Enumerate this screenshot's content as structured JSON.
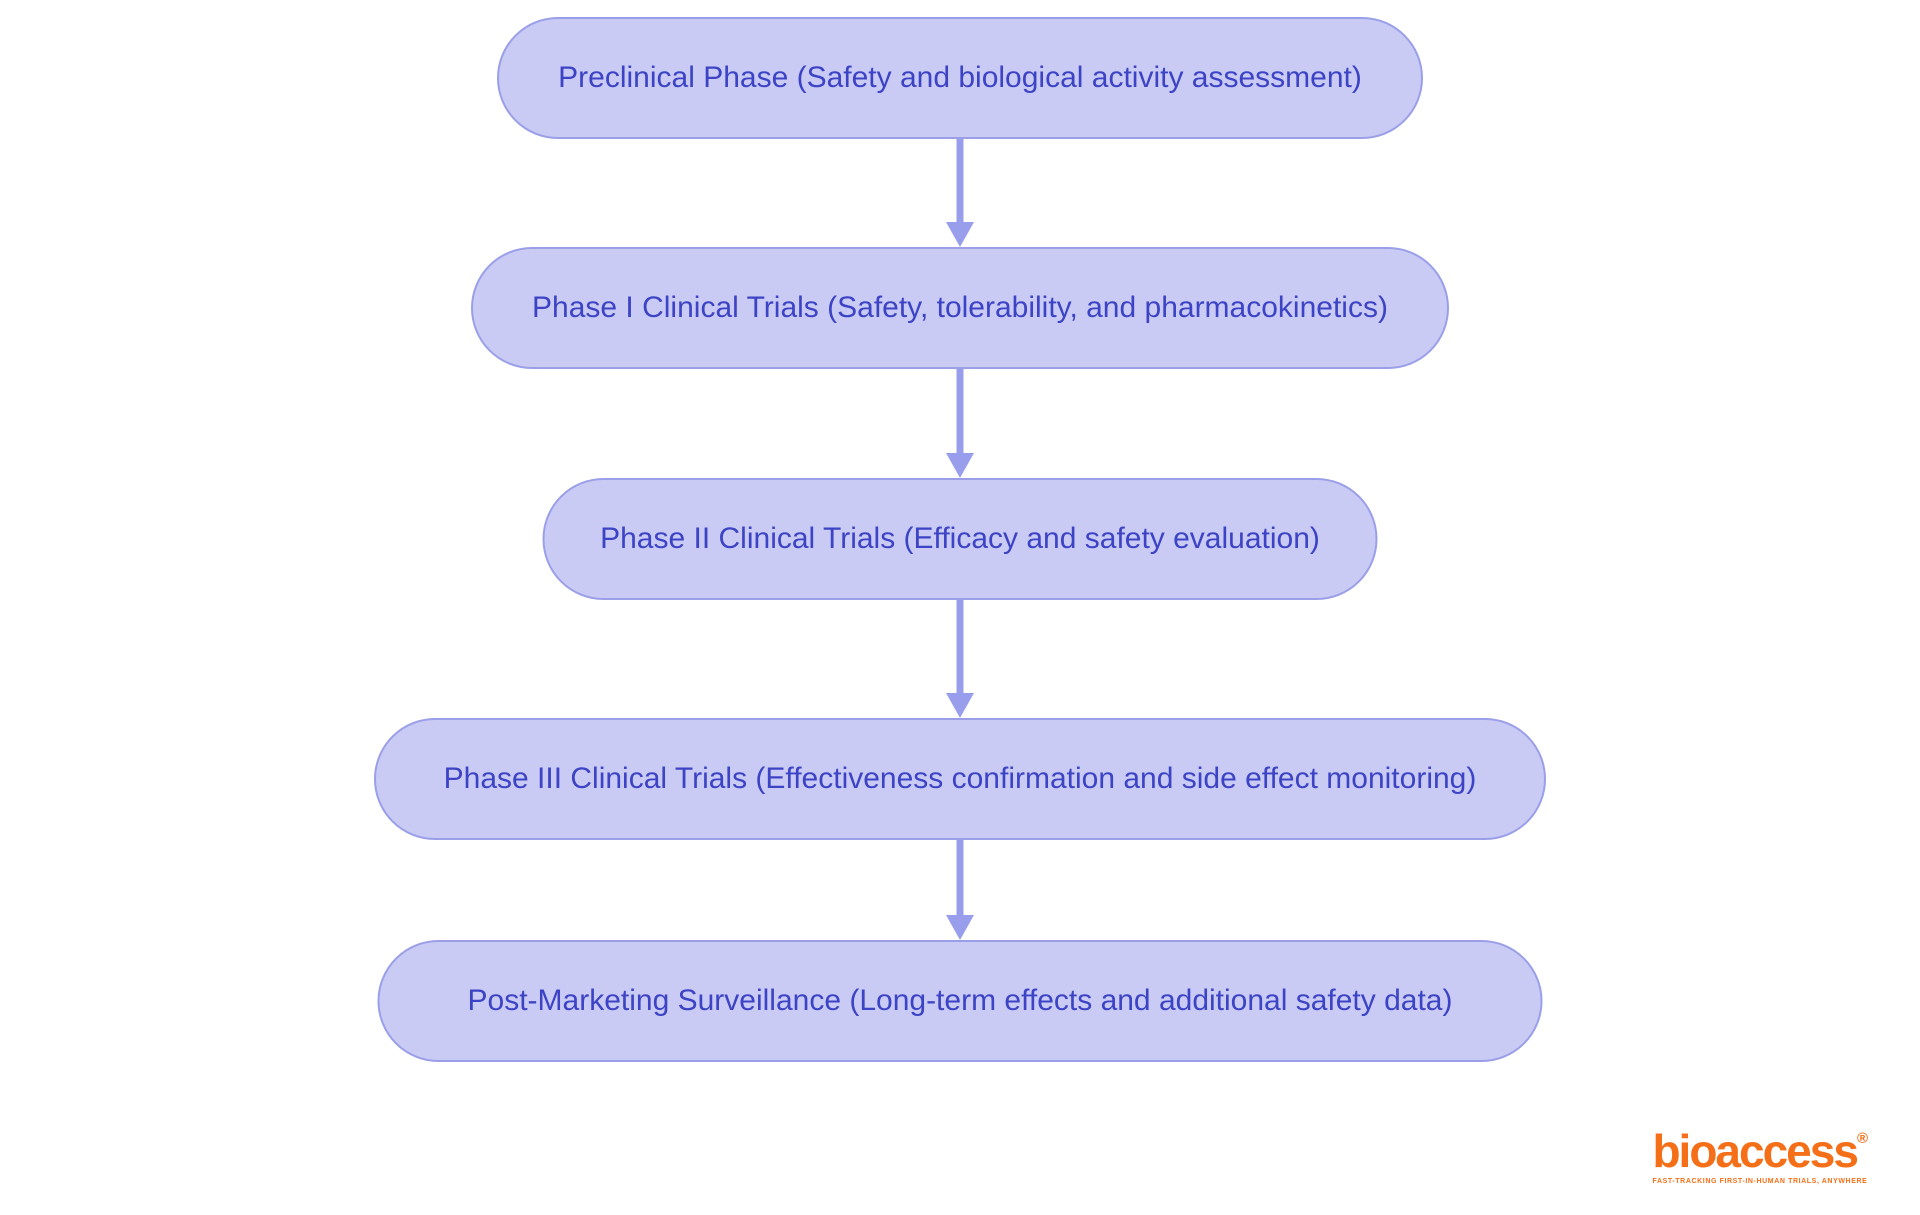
{
  "diagram": {
    "type": "flowchart",
    "direction": "top-down",
    "steps": [
      {
        "label": "Preclinical Phase (Safety and biological activity assessment)"
      },
      {
        "label": "Phase I Clinical Trials (Safety, tolerability, and pharmacokinetics)"
      },
      {
        "label": "Phase II Clinical Trials (Efficacy and safety evaluation)"
      },
      {
        "label": "Phase III Clinical Trials (Effectiveness confirmation and side effect monitoring)"
      },
      {
        "label": "Post-Marketing Surveillance (Long-term effects and additional safety data)"
      }
    ]
  },
  "branding": {
    "logo_text": "bioaccess",
    "registered_mark": "®",
    "tagline": "FAST-TRACKING FIRST-IN-HUMAN TRIALS, ANYWHERE"
  },
  "colors": {
    "background": "#ffffff",
    "node-fill": "#c9cbf5",
    "node-border": "#9a9fe8",
    "node-text": "#3c43c5",
    "arrow": "#989eeb",
    "logo-orange": "#f46f17"
  }
}
